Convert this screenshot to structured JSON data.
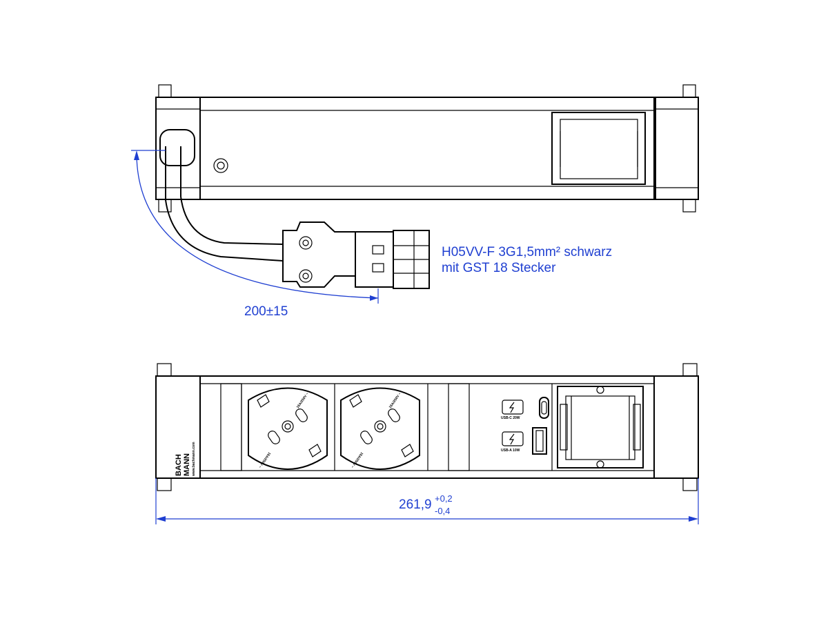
{
  "colors": {
    "line": "#000000",
    "dimension": "#1f3fd1",
    "background": "#ffffff"
  },
  "top_view": {
    "cable_label_line1": "H05VV-F 3G1,5mm² schwarz",
    "cable_label_line2": "mit GST 18 Stecker",
    "cable_length_dimension": "200±15"
  },
  "front_view": {
    "brand_line1": "BACH",
    "brand_line2": "MANN",
    "brand_url": "www.bachmann.com",
    "socket_rating": "16A/250V ~",
    "usb_c_label": "USB-C 20W",
    "usb_a_label": "USB-A 10W",
    "usb_icon": "lightning-bolt-icon",
    "width_dimension_main": "261,9",
    "width_tolerance_upper": "+0,2",
    "width_tolerance_lower": "-0,4"
  }
}
